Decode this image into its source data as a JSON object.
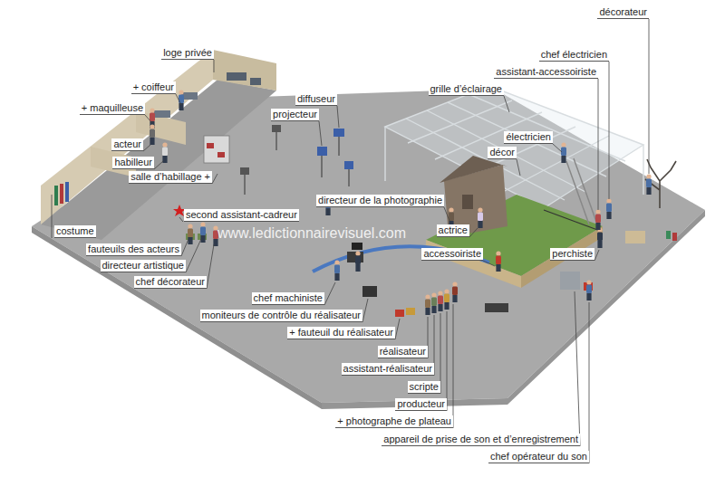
{
  "diagram": {
    "labels": [
      "loge privée",
      "+ coiffeur",
      "+ maquilleuse",
      "acteur",
      "habilleur",
      "salle d’habillage +",
      "costume",
      "fauteuils des acteurs",
      "directeur artistique",
      "chef décorateur",
      "diffuseur",
      "projecteur",
      "second assistant-cadreur",
      "directeur de la photographie",
      "grille d’éclairage",
      "électricien",
      "décor",
      "actrice",
      "accessoiriste",
      "perchiste",
      "décorateur",
      "chef électricien",
      "assistant-accessoiriste",
      "chef machiniste",
      "moniteurs de contrôle du réalisateur",
      "+ fauteuil du réalisateur",
      "réalisateur",
      "assistant-réalisateur",
      "scripte",
      "producteur",
      "+ photographe de plateau",
      "appareil de prise de son et d’enregistrement",
      "chef opérateur du son",
      "www.ledictionnairevisuel.com"
    ]
  }
}
